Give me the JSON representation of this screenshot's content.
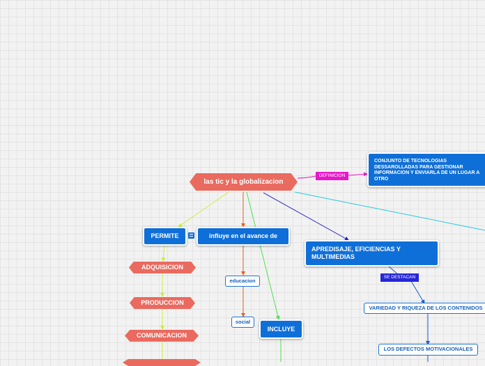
{
  "central": {
    "label": "las tic y la globalizacion"
  },
  "links": {
    "definicion": "DEFINICION",
    "se_destacan": "SE DESTACAN"
  },
  "nodes": {
    "definition": "CONJUNTO DE TECNOLOGIAS DESSAROLLADAS PARA GESTIONAR INFORMACION Y ENVIARLA DE UN LUGAR A OTRO",
    "permite": "PERMITE",
    "influye": "influye en el avance de",
    "apredisaje": "APREDISAJE, EFICIENCIAS Y MULTIMEDIAS",
    "variedad": "VARIEDAD Y RIQUEZA DE LOS CONTENIDOS",
    "defectos": "LOS DEFECTOS MOTIVACIONALES",
    "educacion": "educacion",
    "social": "social",
    "incluye": "INCLUYE",
    "adquisicion": "ADQUISICION",
    "produccion": "PRODUCCION",
    "comunicacion": "COMUNICACION"
  },
  "colors": {
    "central": "#e96a5e",
    "blue_node": "#0f6fd8",
    "magenta_tag": "#e619c8",
    "navy_tag": "#2626d9",
    "line_yellowgreen": "#c8ee3c",
    "line_orange": "#e8641e",
    "line_green": "#4be24b",
    "line_navy": "#2222cc",
    "line_cyan": "#22ccdd",
    "line_blue": "#1a5fd0",
    "line_magenta": "#e619c8"
  }
}
